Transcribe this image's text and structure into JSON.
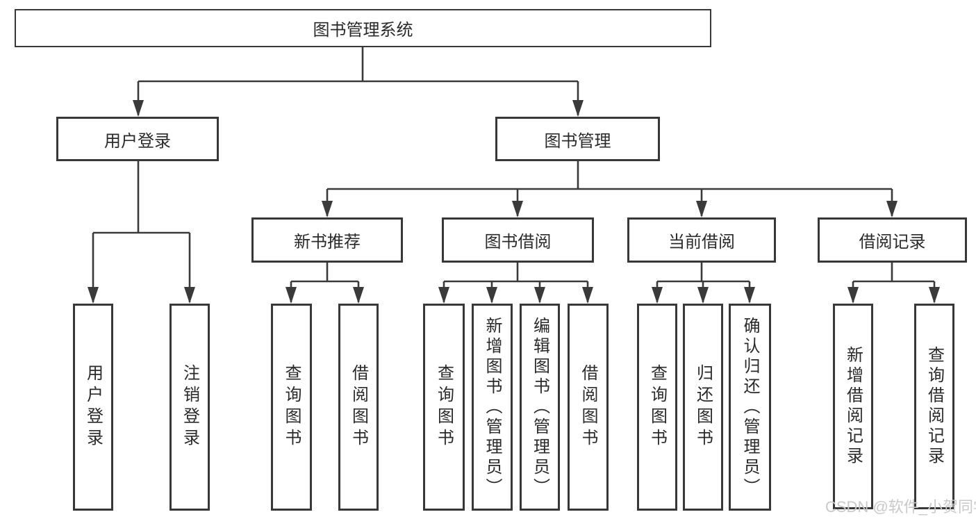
{
  "diagram": {
    "root": {
      "label": "图书管理系统"
    },
    "branches": [
      {
        "label": "用户登录",
        "leaves": [
          {
            "label": "用户登录"
          },
          {
            "label": "注销登录"
          }
        ]
      },
      {
        "label": "图书管理",
        "groups": [
          {
            "label": "新书推荐",
            "leaves": [
              {
                "label": "查询图书"
              },
              {
                "label": "借阅图书"
              }
            ]
          },
          {
            "label": "图书借阅",
            "leaves": [
              {
                "label": "查询图书"
              },
              {
                "label": "新增图书（管理员）"
              },
              {
                "label": "编辑图书（管理员）"
              },
              {
                "label": "借阅图书"
              }
            ]
          },
          {
            "label": "当前借阅",
            "leaves": [
              {
                "label": "查询图书"
              },
              {
                "label": "归还图书"
              },
              {
                "label": "确认归还（管理员）"
              }
            ]
          },
          {
            "label": "借阅记录",
            "leaves": [
              {
                "label": "新增借阅记录"
              },
              {
                "label": "查询借阅记录"
              }
            ]
          }
        ]
      }
    ]
  },
  "watermark": {
    "text": "CSDN @软件_小贺同学"
  },
  "colors": {
    "line": "#3a3a3a",
    "box_border": "#383838",
    "text": "#2a2a2a",
    "background": "#ffffff",
    "watermark": "#c9c9c9"
  }
}
